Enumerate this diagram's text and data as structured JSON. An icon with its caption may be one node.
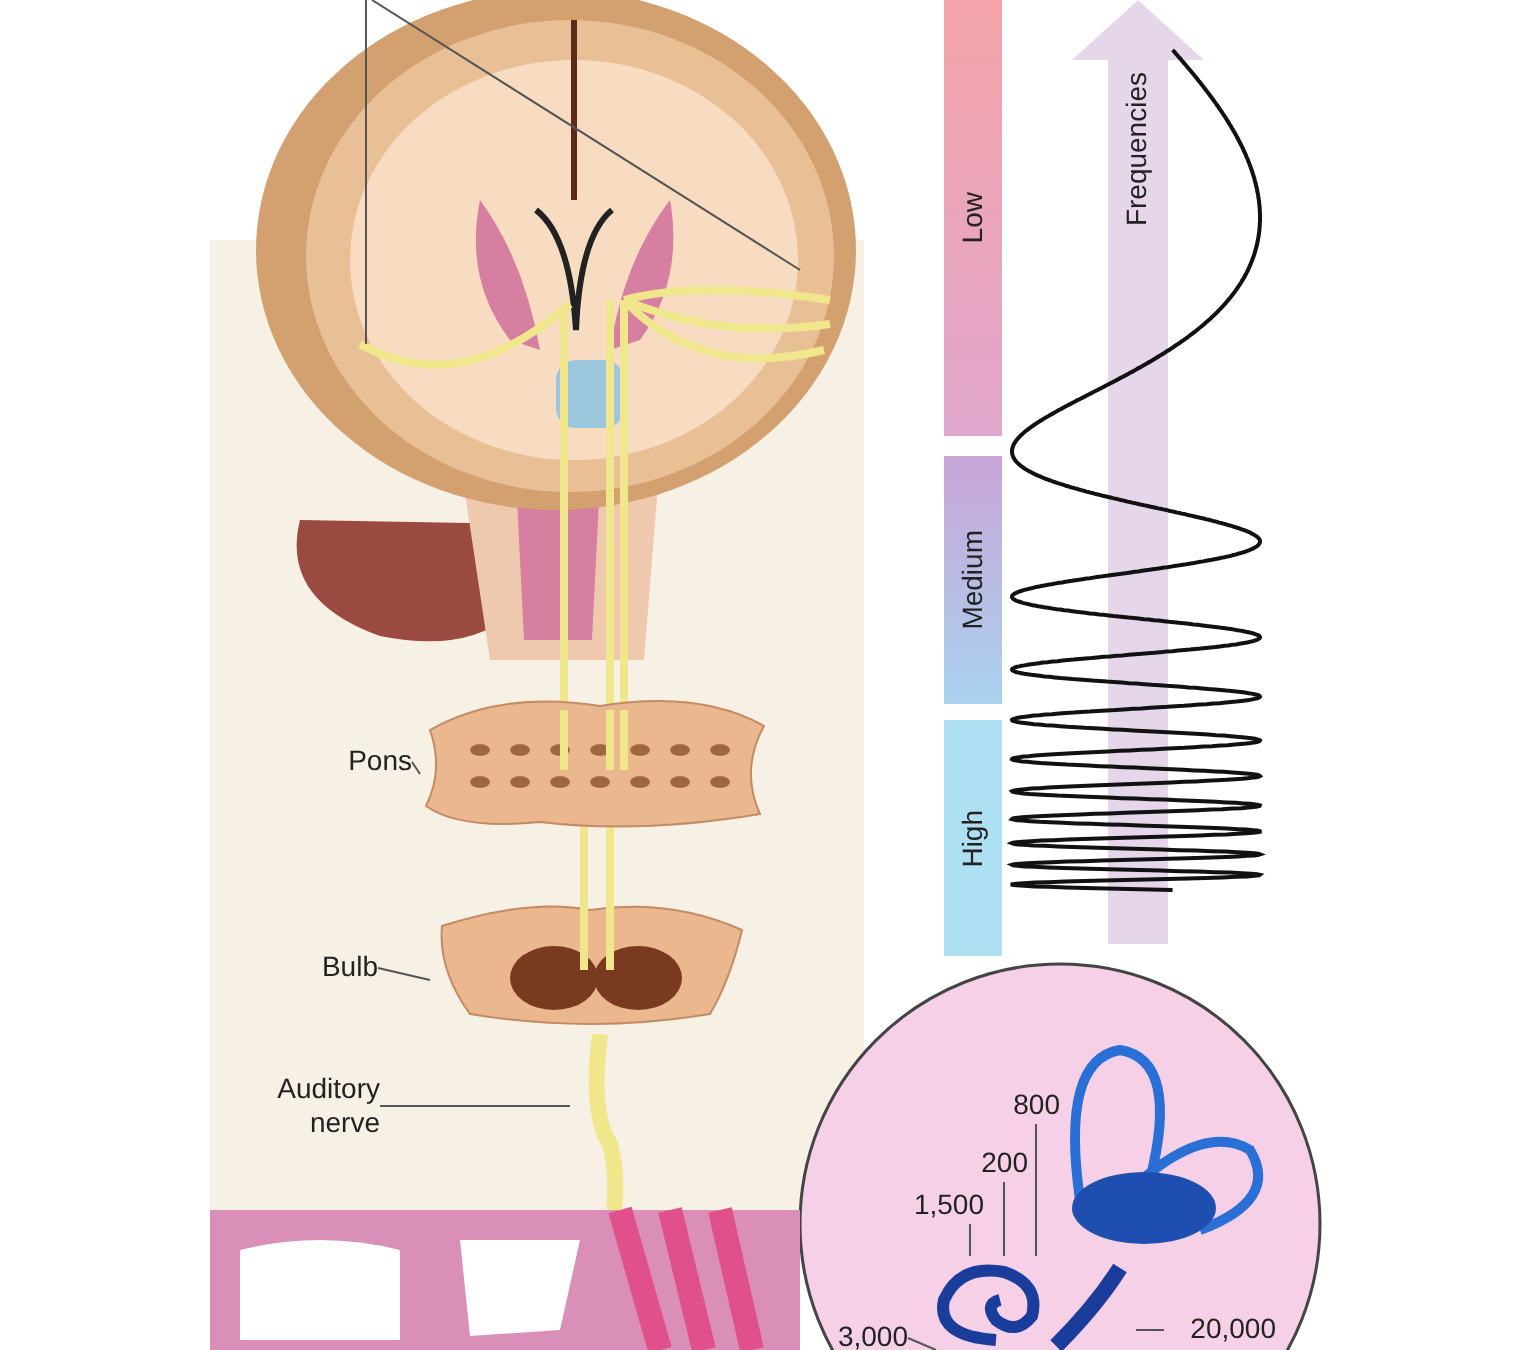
{
  "diagram": {
    "nodes": [
      {
        "text": [
          "Low"
        ]
      },
      {
        "text": [
          "Medium"
        ]
      },
      {
        "text": [
          "High"
        ]
      },
      {
        "text": [
          "Frequencies"
        ]
      },
      {
        "text": [
          "Pons"
        ]
      },
      {
        "text": [],
        "shape": "picture"
      },
      {
        "text": [
          "Bulb"
        ]
      },
      {
        "text": [],
        "shape": "picture"
      },
      {
        "text": [
          "Auditory nerve"
        ]
      },
      {
        "text": [],
        "shape": "picture"
      },
      {
        "text": [
          "800"
        ]
      },
      {
        "text": [
          "200"
        ]
      },
      {
        "text": [
          "1,500"
        ]
      },
      {
        "text": [
          "3,000"
        ]
      },
      {
        "text": [
          "20,000"
        ]
      },
      {
        "text": [],
        "shape": "picture"
      }
    ],
    "edges": [
      {
        "from": 4,
        "to": 5,
        "arrow": "none"
      },
      {
        "from": 6,
        "to": 7,
        "arrow": "none"
      },
      {
        "from": 8,
        "to": 9,
        "arrow": "none"
      },
      {
        "from": 10,
        "to": 15,
        "arrow": "none"
      },
      {
        "from": 11,
        "to": 15,
        "arrow": "none"
      },
      {
        "from": 12,
        "to": 15,
        "arrow": "none"
      },
      {
        "from": 13,
        "to": 15,
        "arrow": "none"
      },
      {
        "from": 14,
        "to": 15,
        "arrow": "none"
      }
    ]
  }
}
